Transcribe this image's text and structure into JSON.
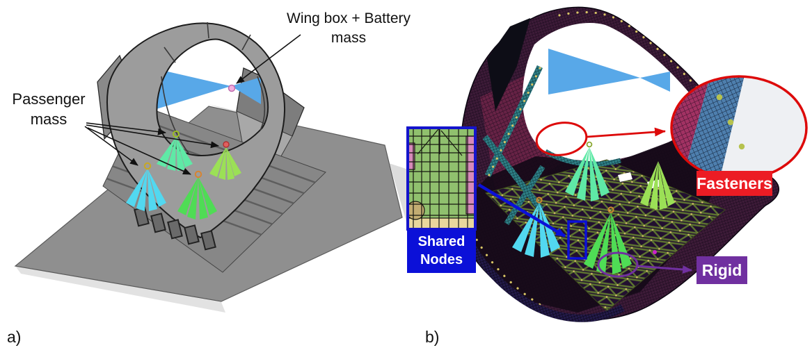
{
  "figure": {
    "captions": {
      "a": "a)",
      "b": "b)"
    }
  },
  "panel_a": {
    "description": "CAD concept model of cabin with lumped masses",
    "labels": {
      "passenger_mass": "Passenger mass",
      "wing_box_battery": "Wing box + Battery mass"
    }
  },
  "panel_b": {
    "description": "Finite element mesh model with connection callouts",
    "labels": {
      "shared_nodes": "Shared Nodes",
      "fasteners": "Fasteners",
      "rigid": "Rigid"
    }
  },
  "colors": {
    "wing_box_blue": "#58a8e8",
    "wing_box_marker_pink": "#f2aede",
    "cone_cyan": "#52d8f0",
    "cone_mint": "#5fe9a6",
    "cone_green": "#4fdc55",
    "cone_yellow_green": "#9be056",
    "cad_frame_gray": "#9c9c9c",
    "ground_gray": "#8f8f8f",
    "mesh_maroon": "#3d1b38",
    "mesh_crimson": "#a23263",
    "mesh_teal": "#2e7f86",
    "mesh_blue_band": "#4e7fae",
    "floor_lattice_olive": "#5d7430",
    "annotation_red": "#ec1c24",
    "annotation_blue": "#0b10d8",
    "annotation_purple": "#7030a0"
  }
}
